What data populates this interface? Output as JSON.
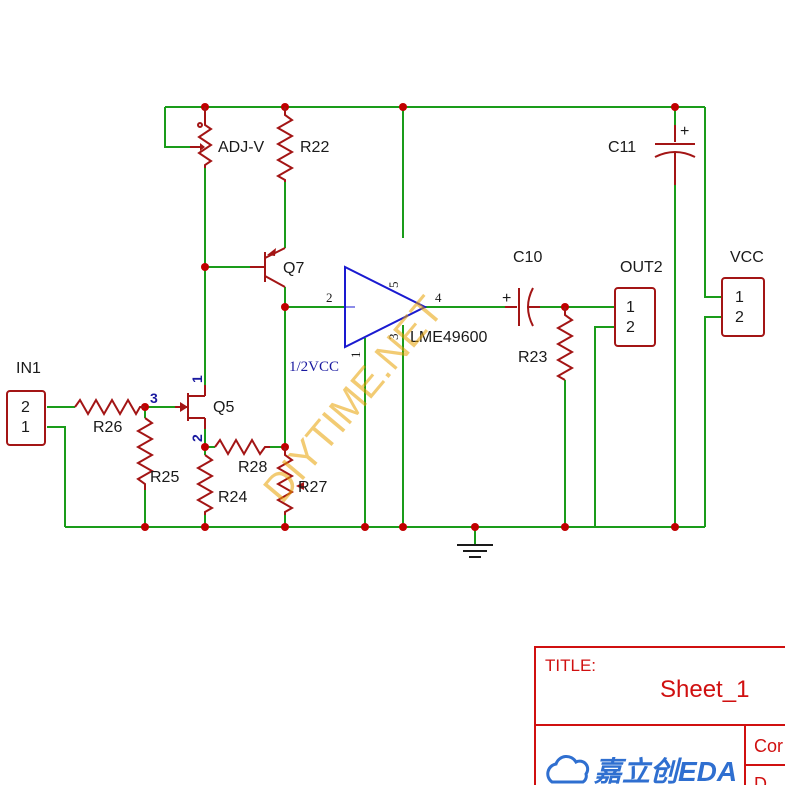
{
  "components": {
    "adj_v": "ADJ-V",
    "r22": "R22",
    "q7": "Q7",
    "q5": "Q5",
    "r26": "R26",
    "r25": "R25",
    "r24": "R24",
    "r28": "R28",
    "r27": "R27",
    "c10": "C10",
    "c11": "C11",
    "r23": "R23",
    "u1": "LME49600",
    "in1": "IN1",
    "out2": "OUT2",
    "vcc": "VCC"
  },
  "pins": {
    "u_in": "2",
    "u_out": "4",
    "u_top": "5",
    "u_bot": "3",
    "u_gnd": "1",
    "q5_pin1": "1",
    "q5_pin2": "2",
    "q5_pin3": "3",
    "in1_top": "2",
    "in1_bot": "1",
    "out2_top": "1",
    "out2_bot": "2",
    "vcc_top": "1",
    "vcc_bot": "2",
    "c10_plus": "+",
    "c11_plus": "+"
  },
  "nets": {
    "half_vcc": "1/2VCC"
  },
  "watermark": "DIYTIME.NET",
  "title_block": {
    "title_label": "TITLE:",
    "sheet": "Sheet_1",
    "company_partial": "Cor",
    "doc_partial": "D",
    "logo_text": "嘉立创EDA"
  }
}
